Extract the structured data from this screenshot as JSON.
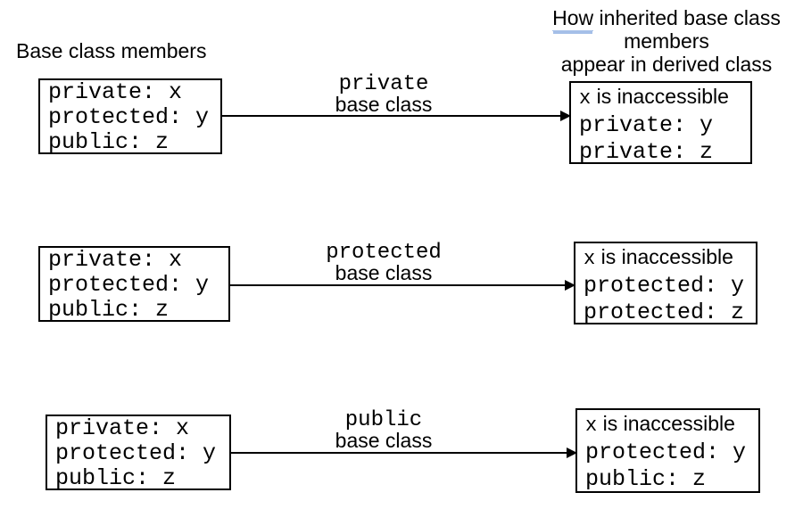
{
  "headers": {
    "left": "Base class members",
    "right": {
      "underlined_word": "How",
      "line1_rest": " inherited base class",
      "line2": "members",
      "line3": "appear in derived class"
    }
  },
  "rows": [
    {
      "inheritance": "private",
      "base_box": {
        "line1": "private: x",
        "line2": "protected: y",
        "line3": "public: z"
      },
      "arrow": {
        "mono_label": "private",
        "sans_label": "base class"
      },
      "derived_box": {
        "x": "x",
        "note": " is inaccessible",
        "line2": "private: y",
        "line3": "private: z"
      }
    },
    {
      "inheritance": "protected",
      "base_box": {
        "line1": "private: x",
        "line2": "protected: y",
        "line3": "public: z"
      },
      "arrow": {
        "mono_label": "protected",
        "sans_label": "base class"
      },
      "derived_box": {
        "x": "x",
        "note": " is inaccessible",
        "line2": "protected: y",
        "line3": "protected: z"
      }
    },
    {
      "inheritance": "public",
      "base_box": {
        "line1": "private: x",
        "line2": "protected: y",
        "line3": "public: z"
      },
      "arrow": {
        "mono_label": "public",
        "sans_label": "base class"
      },
      "derived_box": {
        "x": "x",
        "note": " is inaccessible",
        "line2": "protected: y",
        "line3": "public: z"
      }
    }
  ],
  "colors": {
    "background": "#ffffff",
    "text": "#000000",
    "box_border": "#000000",
    "how_underline": "#a5bfe8"
  }
}
